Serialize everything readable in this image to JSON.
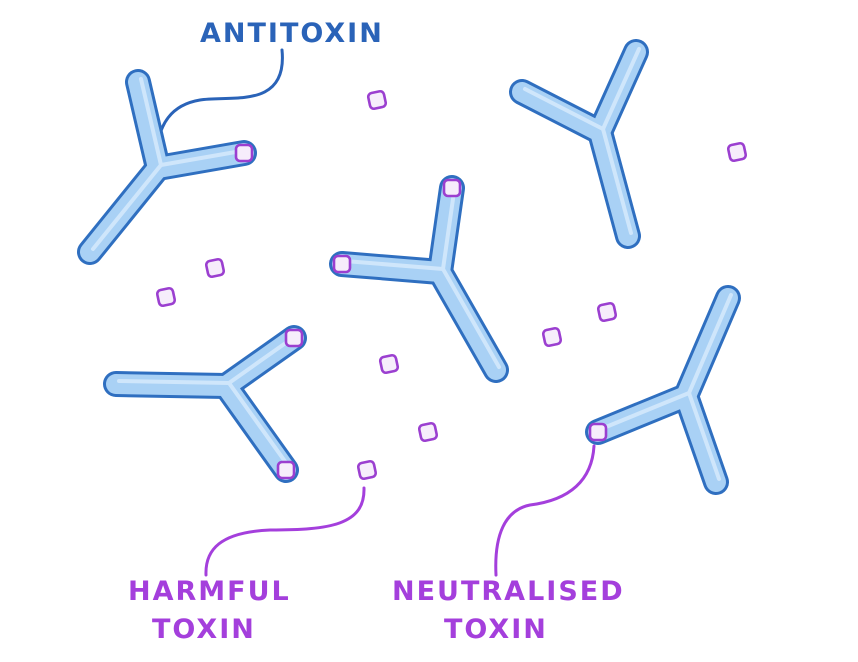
{
  "labels": {
    "antitoxin": "ANTITOXIN",
    "harmful_line1": "HARMFUL",
    "harmful_line2": "TOXIN",
    "neutralised_line1": "NEUTRALISED",
    "neutralised_line2": "TOXIN"
  },
  "colors": {
    "antitoxin_label": "#2a63b8",
    "toxin_label": "#a43fdc",
    "antibody_outline": "#2f6fc0",
    "antibody_fill": "#a9d1f5",
    "toxin_stroke": "#9b3fd0",
    "toxin_fill": "#f6edfb"
  }
}
